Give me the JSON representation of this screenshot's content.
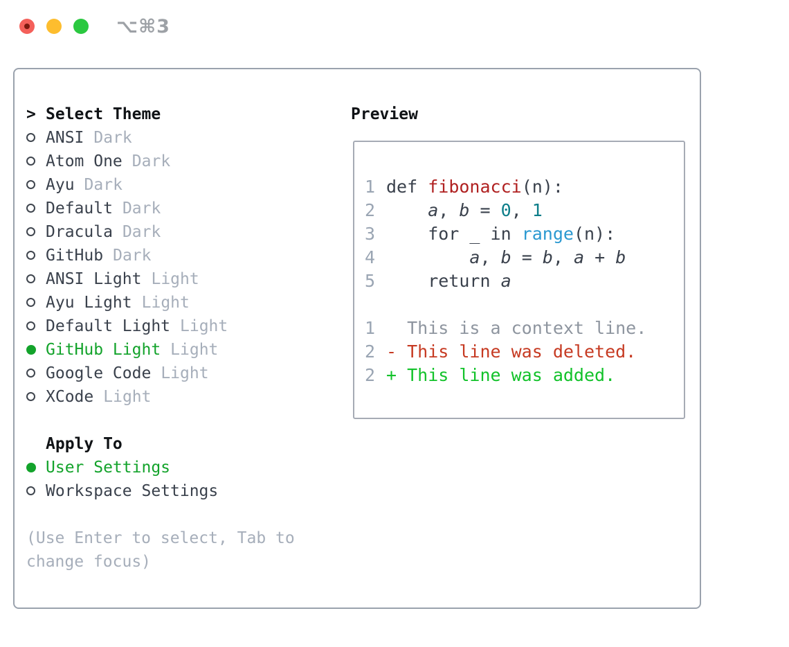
{
  "window": {
    "title": "⌥⌘3"
  },
  "colors": {
    "accent_green": "#13a32b",
    "added_green": "#12c22a",
    "deleted_red": "#c63a22",
    "function_red": "#b02121",
    "number_teal": "#0b7d89",
    "builtin_blue": "#2b99d1",
    "context_gray": "#8e959f",
    "text_dark": "#3a414c",
    "header_black": "#101316",
    "muted_gray": "#a6aeba",
    "line_number_gray": "#9aa5b3",
    "panel_border": "#9aa2ad",
    "box_border": "#a6abb5",
    "traffic_red": "#f4605a",
    "traffic_red_dot": "#7c190f",
    "traffic_yellow": "#fdbd2e",
    "traffic_green": "#2bc840",
    "title_gray": "#9da1a6"
  },
  "left_panel": {
    "header_marker": ">",
    "header": "Select Theme",
    "themes": [
      {
        "name": "ANSI",
        "tag": "Dark",
        "selected": false
      },
      {
        "name": "Atom One",
        "tag": "Dark",
        "selected": false
      },
      {
        "name": "Ayu",
        "tag": "Dark",
        "selected": false
      },
      {
        "name": "Default",
        "tag": "Dark",
        "selected": false
      },
      {
        "name": "Dracula",
        "tag": "Dark",
        "selected": false
      },
      {
        "name": "GitHub",
        "tag": "Dark",
        "selected": false
      },
      {
        "name": "ANSI Light",
        "tag": "Light",
        "selected": false
      },
      {
        "name": "Ayu Light",
        "tag": "Light",
        "selected": false
      },
      {
        "name": "Default Light",
        "tag": "Light",
        "selected": false
      },
      {
        "name": "GitHub Light",
        "tag": "Light",
        "selected": true
      },
      {
        "name": "Google Code",
        "tag": "Light",
        "selected": false
      },
      {
        "name": "XCode",
        "tag": "Light",
        "selected": false
      }
    ],
    "apply_header": "Apply To",
    "apply_options": [
      {
        "label": "User Settings",
        "selected": true
      },
      {
        "label": "Workspace Settings",
        "selected": false
      }
    ],
    "help_lines": [
      "(Use Enter to select, Tab to",
      "change focus)"
    ]
  },
  "preview": {
    "header": "Preview",
    "code_lines": [
      {
        "num": "1",
        "tokens": [
          {
            "text": "def ",
            "style": "code"
          },
          {
            "text": "fibonacci",
            "style": "function"
          },
          {
            "text": "(n):",
            "style": "code"
          }
        ]
      },
      {
        "num": "2",
        "tokens": [
          {
            "text": "    ",
            "style": "code"
          },
          {
            "text": "a",
            "style": "variable"
          },
          {
            "text": ", ",
            "style": "code"
          },
          {
            "text": "b",
            "style": "variable"
          },
          {
            "text": " = ",
            "style": "code"
          },
          {
            "text": "0",
            "style": "number"
          },
          {
            "text": ", ",
            "style": "code"
          },
          {
            "text": "1",
            "style": "number"
          }
        ]
      },
      {
        "num": "3",
        "tokens": [
          {
            "text": "    for _ in ",
            "style": "code"
          },
          {
            "text": "range",
            "style": "builtin"
          },
          {
            "text": "(n):",
            "style": "code"
          }
        ]
      },
      {
        "num": "4",
        "tokens": [
          {
            "text": "        ",
            "style": "code"
          },
          {
            "text": "a",
            "style": "variable"
          },
          {
            "text": ", ",
            "style": "code"
          },
          {
            "text": "b",
            "style": "variable"
          },
          {
            "text": " = ",
            "style": "code"
          },
          {
            "text": "b",
            "style": "variable"
          },
          {
            "text": ", ",
            "style": "code"
          },
          {
            "text": "a",
            "style": "variable"
          },
          {
            "text": " + ",
            "style": "code"
          },
          {
            "text": "b",
            "style": "variable"
          }
        ]
      },
      {
        "num": "5",
        "tokens": [
          {
            "text": "    return ",
            "style": "code"
          },
          {
            "text": "a",
            "style": "variable"
          }
        ]
      }
    ],
    "diff_lines": [
      {
        "num": "1",
        "kind": "context",
        "text": "  This is a context line."
      },
      {
        "num": "2",
        "kind": "deleted",
        "text": "- This line was deleted."
      },
      {
        "num": "2",
        "kind": "added",
        "text": "+ This line was added."
      }
    ]
  }
}
